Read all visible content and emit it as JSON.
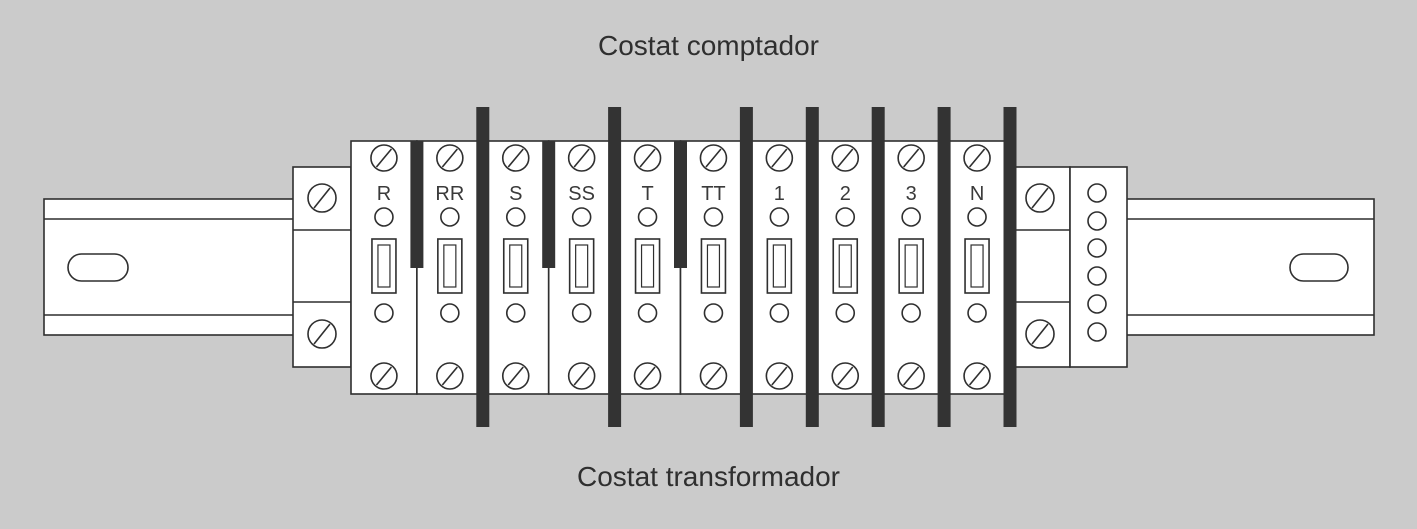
{
  "captions": {
    "top": "Costat comptador",
    "bottom": "Costat transformador"
  },
  "terminals": [
    {
      "label": "R"
    },
    {
      "label": "RR"
    },
    {
      "label": "S"
    },
    {
      "label": "SS"
    },
    {
      "label": "T"
    },
    {
      "label": "TT"
    },
    {
      "label": "1"
    },
    {
      "label": "2"
    },
    {
      "label": "3"
    },
    {
      "label": "N"
    }
  ],
  "colors": {
    "background": "#cbcbcb",
    "part_fill": "#ffffff",
    "outline": "#2f2f2f",
    "separator": "#333333"
  },
  "icons": {
    "screw": "slotted-screw-icon",
    "socket": "test-socket-icon",
    "link": "disconnect-link-icon"
  }
}
